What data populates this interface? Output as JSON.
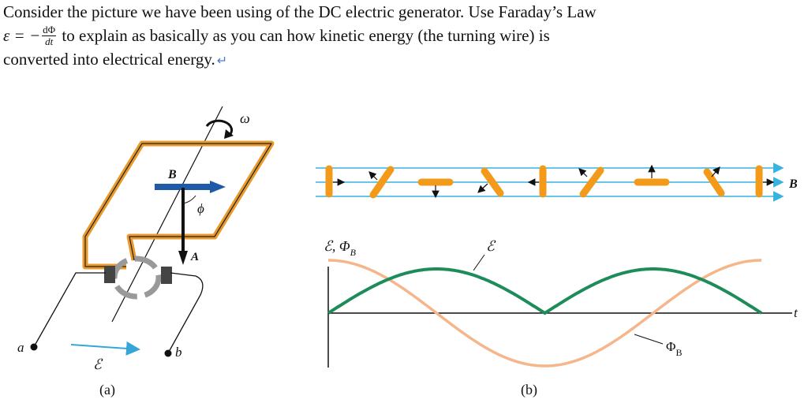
{
  "question": {
    "line1": "Consider the picture we have been using of the DC electric generator.  Use Faraday’s Law",
    "emf_symbol": "ε = −",
    "frac_num": "dΦ",
    "frac_den": "dt",
    "line2_rest": " to explain as basically as you can how kinetic energy (the turning wire) is",
    "line3": "converted into electrical energy.",
    "para_mark": "↵"
  },
  "figure_a": {
    "omega": "ω",
    "b_field": "B⃗",
    "phi": "ϕ",
    "area": "A⃗",
    "terminal_a": "a",
    "terminal_b": "b",
    "emf": "ℰ",
    "caption": "(a)"
  },
  "figure_b": {
    "b_field": "B⃗",
    "axis_label_emf": "ℰ, Φ",
    "axis_label_sub": "B",
    "curve_label_emf": "ℰ",
    "curve_label_flux": "Φ",
    "curve_label_flux_sub": "B",
    "t_label": "t",
    "caption": "(b)"
  },
  "chart_data": {
    "type": "line",
    "xlabel": "t",
    "ylabel": "ℰ, Φ_B",
    "series": [
      {
        "name": "ℰ",
        "shape": "rectified sine",
        "periods": 2,
        "color": "#1e8c5a"
      },
      {
        "name": "Φ_B",
        "shape": "cosine",
        "periods": 1,
        "color": "#f5b68c"
      }
    ],
    "grid": false
  },
  "colors": {
    "loop": "#e89a2c",
    "b_arrow": "#1f5aa8",
    "field_lines": "#36b4e0",
    "rod": "#f39a1a",
    "emf_curve": "#1e8c5a",
    "flux_curve": "#f5b68c",
    "current_arrow": "#36a6d8"
  }
}
